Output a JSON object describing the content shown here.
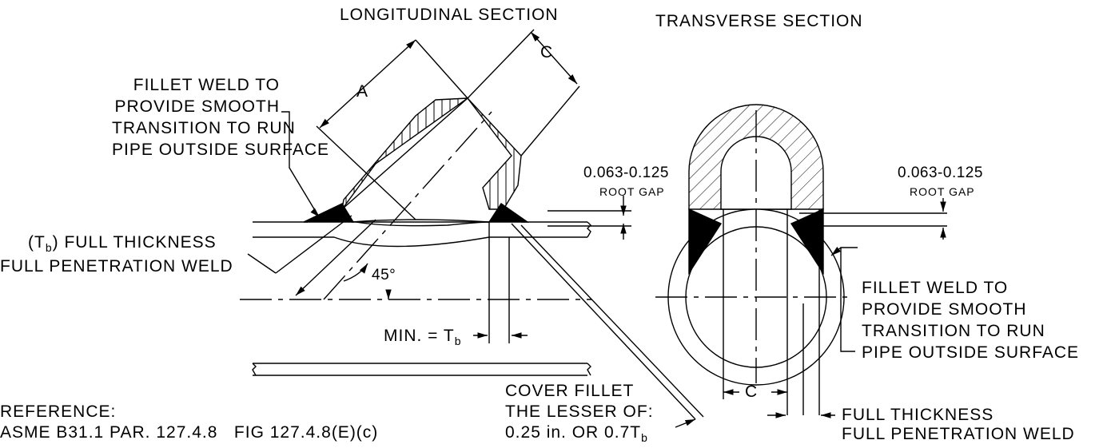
{
  "titles": {
    "longitudinal": "LONGITUDINAL SECTION",
    "transverse": "TRANSVERSE SECTION"
  },
  "left_notes": {
    "fillet_weld": [
      "FILLET WELD TO",
      "PROVIDE SMOOTH",
      "TRANSITION TO RUN",
      "PIPE OUTSIDE SURFACE"
    ],
    "tb_open": "(T",
    "tb_sub": "b",
    "tb_rest": ") FULL THICKNESS",
    "full_pen": "FULL PENETRATION WELD"
  },
  "dims": {
    "a": "A",
    "c": "C",
    "c_transverse": "C",
    "angle": "45°",
    "min_text": "MIN. = T",
    "min_sub": "b",
    "root_gap_value": "0.063-0.125",
    "root_gap_label": "ROOT GAP",
    "root_gap_value_2": "0.063-0.125",
    "root_gap_label_2": "ROOT GAP"
  },
  "right_notes": {
    "fillet_weld": [
      "FILLET WELD TO",
      "PROVIDE SMOOTH",
      "TRANSITION TO RUN",
      "PIPE OUTSIDE SURFACE"
    ],
    "full_thickness": "FULL THICKNESS",
    "full_pen": "FULL PENETRATION WELD"
  },
  "cover": {
    "line1": "COVER FILLET",
    "line2": "THE LESSER OF:",
    "line3": "0.25 in. OR 0.7T",
    "line3_sub": "b"
  },
  "reference": {
    "label": "REFERENCE:",
    "text": "ASME B31.1 PAR. 127.4.8   FIG 127.4.8(E)(c)"
  }
}
